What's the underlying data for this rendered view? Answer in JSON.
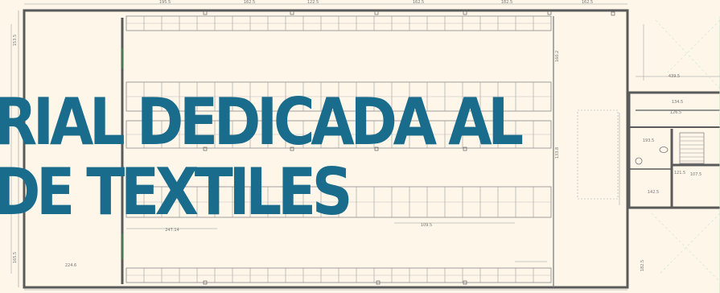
{
  "title": {
    "line1": "RIAL DEDICADA AL",
    "line2": "DE TEXTILES",
    "color": "#1a6c8c"
  },
  "colors": {
    "background": "#fdf6e9",
    "wall": "#5a5a5a",
    "rack": "#8a8a8a",
    "dimension": "#9a9a9a",
    "door": "#2e9e4a"
  },
  "dimension_labels": {
    "top": [
      "195.5",
      "162.5",
      "122.5",
      "162.5",
      "182.5",
      "162.5"
    ],
    "left": [
      "153.5",
      "165.5"
    ],
    "right": [
      "160.2",
      "133.8"
    ],
    "bottom": [
      "224.6",
      "247.14",
      "109.5"
    ],
    "office": [
      "439.5",
      "134.5",
      "126.5",
      "193.5",
      "107.5",
      "121.5",
      "142.5",
      "182.5"
    ]
  }
}
